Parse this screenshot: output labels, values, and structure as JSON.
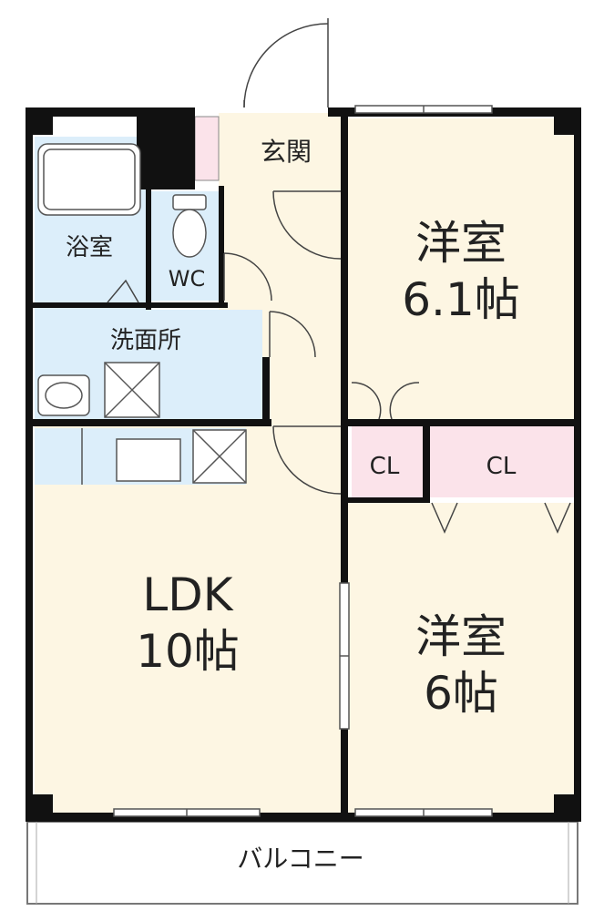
{
  "rooms": {
    "entrance": "玄関",
    "bath": "浴室",
    "wc": "WC",
    "washroom": "洗面所",
    "western1": {
      "name": "洋室",
      "size": "6.1帖"
    },
    "ldk": {
      "name": "LDK",
      "size": "10帖"
    },
    "western2": {
      "name": "洋室",
      "size": "6帖"
    },
    "closet_small": "CL",
    "closet_large": "CL",
    "balcony": "バルコニー"
  },
  "colors": {
    "wall": "#111111",
    "floor_cream": "#fdf6e3",
    "wet_blue": "#dceefa",
    "closet_pink": "#fbe3ea"
  }
}
